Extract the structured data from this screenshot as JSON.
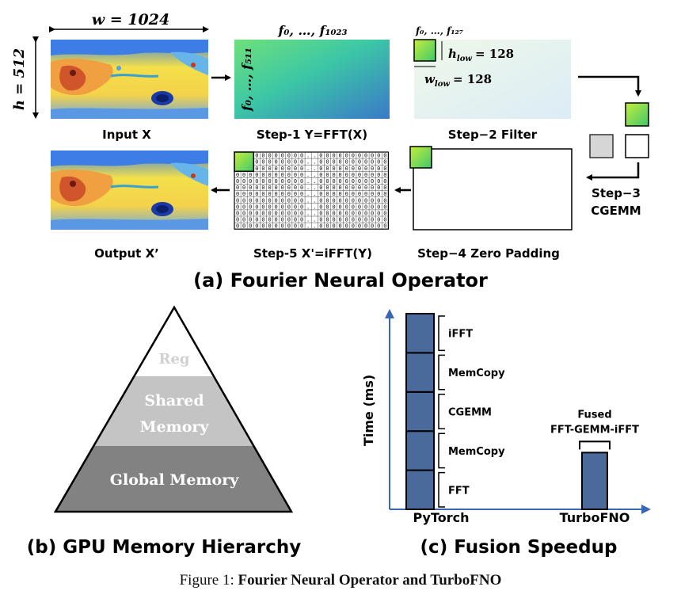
{
  "panel_a": {
    "title": "(a) Fourier Neural Operator",
    "width_label": "w = 1024",
    "height_label": "h = 512",
    "freq_top_label": "f₀, …, f₁₀₂₃",
    "freq_side_label": "f₀, …, f₅₁₁",
    "filter_top_label": "f₀, …, f₁₂₇",
    "h_low_label": "h",
    "h_low_sub": "low",
    "h_low_value": "= 128",
    "w_low_label": "w",
    "w_low_sub": "low",
    "w_low_value": "= 128",
    "input_label": "Input X",
    "step1_label": "Step-1 Y=FFT(X)",
    "step2_label": "Step−2 Filter",
    "step3_label_1": "Step−3",
    "step3_label_2": "CGEMM",
    "step4_label": "Step−4 Zero Padding",
    "step5_label": "Step-5 X'=iFFT(Y)",
    "output_label": "Output X’",
    "zero_char": "0",
    "dots_char": "..."
  },
  "panel_b": {
    "title": "(b) GPU Memory Hierarchy",
    "level_reg": "Reg",
    "level_shared_1": "Shared",
    "level_shared_2": "Memory",
    "level_global": "Global Memory"
  },
  "panel_c": {
    "title": "(c) Fusion Speedup",
    "chart_data": {
      "type": "bar",
      "ylabel": "Time (ms)",
      "categories": [
        "PyTorch",
        "TurboFNO"
      ],
      "stacks": {
        "PyTorch": [
          {
            "name": "FFT",
            "value": 1
          },
          {
            "name": "MemCopy",
            "value": 1
          },
          {
            "name": "CGEMM",
            "value": 1
          },
          {
            "name": "MemCopy",
            "value": 1
          },
          {
            "name": "iFFT",
            "value": 1
          }
        ],
        "TurboFNO": [
          {
            "name": "Fused FFT-GEMM-iFFT",
            "value": 1.45
          }
        ]
      },
      "annotation_line1": "Fused",
      "annotation_line2": "FFT-GEMM-iFFT",
      "bar_color": "#4a6a9c",
      "axis_color": "#3a67b2"
    }
  },
  "caption": {
    "prefix": "Figure 1: ",
    "bold": "Fourier Neural Operator and TurboFNO"
  }
}
